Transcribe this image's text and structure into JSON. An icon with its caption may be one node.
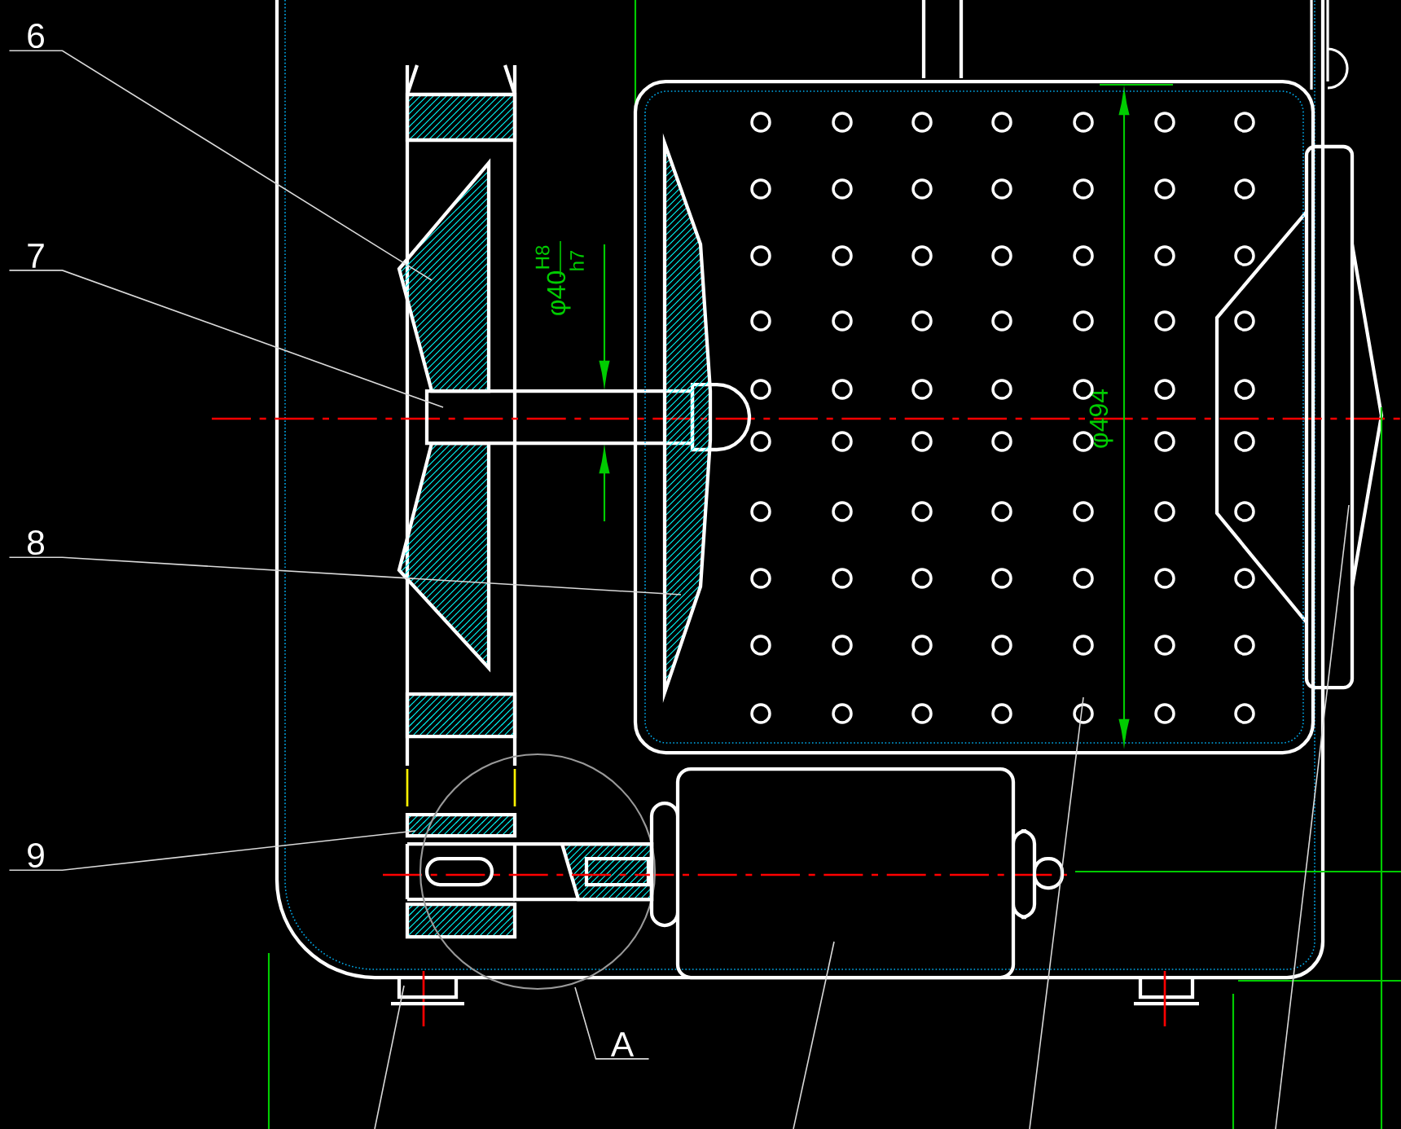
{
  "diagram": {
    "nodes": [
      {
        "text": [
          "6"
        ]
      },
      {
        "text": [
          "7"
        ]
      },
      {
        "text": [
          "8"
        ]
      },
      {
        "text": [
          "9"
        ]
      },
      {
        "text": [
          "A"
        ]
      },
      {
        "text": [],
        "shape": "picture"
      },
      {
        "text": [],
        "shape": "bar"
      },
      {
        "text": [],
        "shape": "box"
      },
      {
        "text": [],
        "shape": "picture",
        "in": 7
      },
      {
        "text": [],
        "shape": "picture"
      },
      {
        "text": [],
        "shape": "circle"
      },
      {
        "text": [],
        "shape": "picture"
      },
      {
        "text": [],
        "shape": "box"
      },
      {
        "text": [],
        "shape": "box"
      }
    ],
    "edges": [
      {
        "from": 0,
        "to": 5,
        "arrow": "none"
      },
      {
        "from": 1,
        "to": 6,
        "arrow": "none"
      },
      {
        "from": 2,
        "to": 8,
        "arrow": "none"
      },
      {
        "from": 3,
        "to": 9,
        "arrow": "none"
      },
      {
        "from": 4,
        "to": 10,
        "arrow": "none"
      },
      {
        "from": null,
        "to": 11,
        "arrow": "none"
      },
      {
        "from": null,
        "to": 12,
        "arrow": "none"
      },
      {
        "from": null,
        "to": 7,
        "arrow": "none"
      },
      {
        "from": null,
        "to": 13,
        "arrow": "none"
      }
    ],
    "labels": [
      "φ40",
      "H8",
      "h7",
      "φ494"
    ]
  }
}
